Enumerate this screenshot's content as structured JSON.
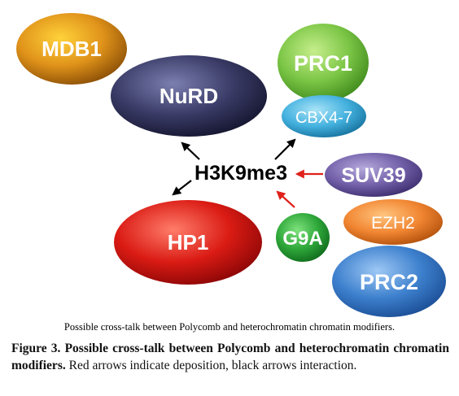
{
  "nodes": {
    "mdb1": "MDB1",
    "nurd": "NuRD",
    "prc1": "PRC1",
    "cbx": "CBX4-7",
    "center": "H3K9me3",
    "suv39": "SUV39",
    "g9a": "G9A",
    "ezh2": "EZH2",
    "hp1": "HP1",
    "prc2": "PRC2"
  },
  "colors": {
    "deposition_arrow": "#e0201a",
    "interaction_arrow": "#000000",
    "mdb1": "#c8780e",
    "nurd": "#2e2e55",
    "prc1": "#6cbb38",
    "cbx": "#39a8d6",
    "suv39": "#6e5aa3",
    "g9a": "#2f9e3a",
    "ezh2": "#ef7d22",
    "hp1": "#d61414",
    "prc2": "#3777c7"
  },
  "inline_caption": "Possible cross-talk between Polycomb and heterochromatin chromatin modifiers.",
  "figure_caption": {
    "label": "Figure 3. Possible cross-talk between Polycomb and heterochromatin chromatin modifiers.",
    "text": " Red arrows indicate deposition, black arrows interaction."
  }
}
